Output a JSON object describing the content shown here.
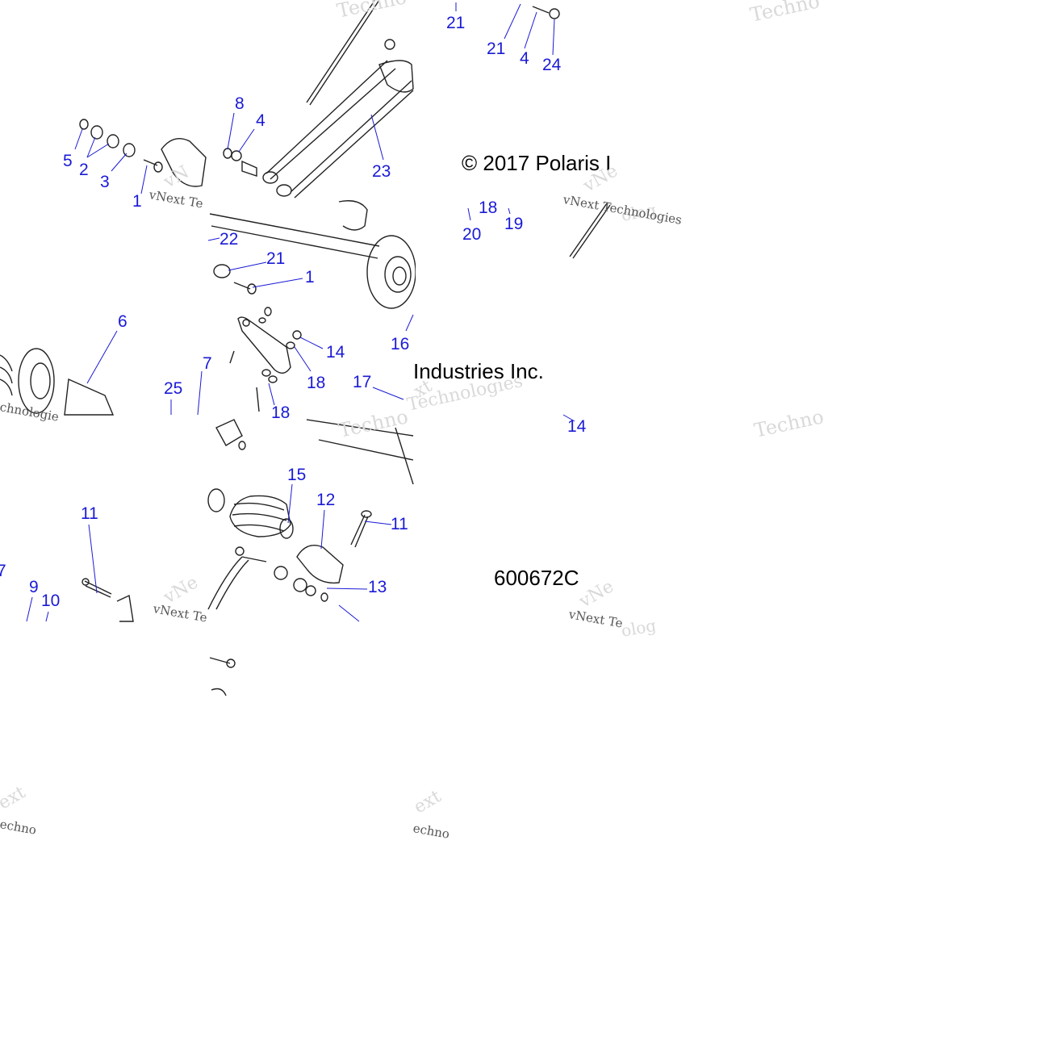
{
  "figure": {
    "copyright_left": "© 2017 Polaris I",
    "copyright_right": "Industries Inc.",
    "figure_id": "600672C"
  },
  "watermarks": {
    "brand_a": "Techno",
    "brand_b": "vNext Te",
    "brand_c": "vNext Technologies",
    "brand_d": "Technologies",
    "brand_e": "chnologie",
    "brand_f": "vNe",
    "brand_g": "xt",
    "brand_h": "ext",
    "brand_i": "echno",
    "brand_j": "olog",
    "brand_k": "vN"
  },
  "callouts": [
    {
      "id": "c21a",
      "label": "21"
    },
    {
      "id": "c21b",
      "label": "21"
    },
    {
      "id": "c4a",
      "label": "4"
    },
    {
      "id": "c24",
      "label": "24"
    },
    {
      "id": "c8",
      "label": "8"
    },
    {
      "id": "c4b",
      "label": "4"
    },
    {
      "id": "c5",
      "label": "5"
    },
    {
      "id": "c2",
      "label": "2"
    },
    {
      "id": "c3",
      "label": "3"
    },
    {
      "id": "c1a",
      "label": "1"
    },
    {
      "id": "c23",
      "label": "23"
    },
    {
      "id": "c22",
      "label": "22"
    },
    {
      "id": "c21c",
      "label": "21"
    },
    {
      "id": "c1b",
      "label": "1"
    },
    {
      "id": "c20",
      "label": "20"
    },
    {
      "id": "c19",
      "label": "19"
    },
    {
      "id": "c18top",
      "label": "18"
    },
    {
      "id": "c6",
      "label": "6"
    },
    {
      "id": "c14a",
      "label": "14"
    },
    {
      "id": "c18a",
      "label": "18"
    },
    {
      "id": "c16",
      "label": "16"
    },
    {
      "id": "c25",
      "label": "25"
    },
    {
      "id": "c7a",
      "label": "7"
    },
    {
      "id": "c17",
      "label": "17"
    },
    {
      "id": "c18b",
      "label": "18"
    },
    {
      "id": "c14b",
      "label": "14"
    },
    {
      "id": "c15",
      "label": "15"
    },
    {
      "id": "c12",
      "label": "12"
    },
    {
      "id": "c11a",
      "label": "11"
    },
    {
      "id": "c11b",
      "label": "11"
    },
    {
      "id": "c7b",
      "label": "7"
    },
    {
      "id": "c9",
      "label": "9"
    },
    {
      "id": "c10",
      "label": "10"
    },
    {
      "id": "c13",
      "label": "13"
    }
  ]
}
